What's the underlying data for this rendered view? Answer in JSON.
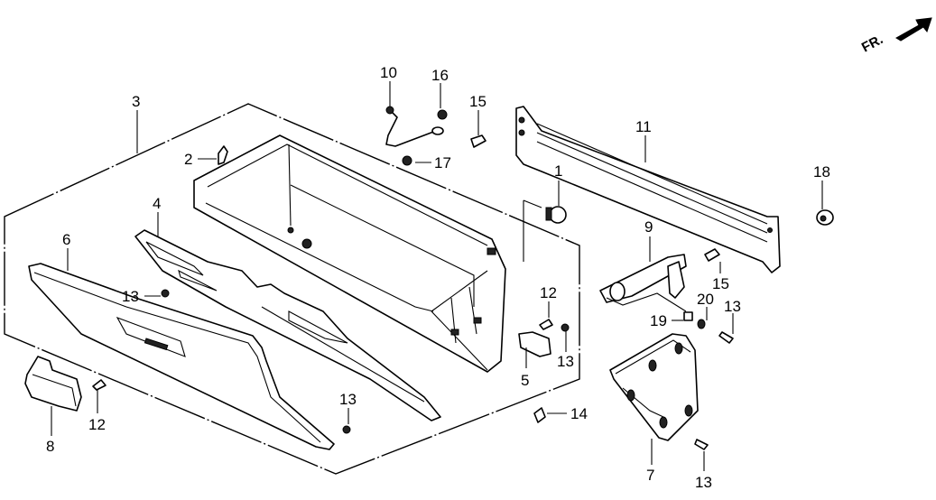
{
  "diagram": {
    "type": "exploded-parts-diagram",
    "subject": "Glove box assembly",
    "orientation_label": "FR.",
    "callouts": [
      {
        "id": "c1",
        "label": "1"
      },
      {
        "id": "c2",
        "label": "2"
      },
      {
        "id": "c3",
        "label": "3"
      },
      {
        "id": "c4",
        "label": "4"
      },
      {
        "id": "c5",
        "label": "5"
      },
      {
        "id": "c6",
        "label": "6"
      },
      {
        "id": "c7",
        "label": "7"
      },
      {
        "id": "c8",
        "label": "8"
      },
      {
        "id": "c9",
        "label": "9"
      },
      {
        "id": "c10",
        "label": "10"
      },
      {
        "id": "c11",
        "label": "11"
      },
      {
        "id": "c12a",
        "label": "12"
      },
      {
        "id": "c12b",
        "label": "12"
      },
      {
        "id": "c13a",
        "label": "13"
      },
      {
        "id": "c13b",
        "label": "13"
      },
      {
        "id": "c13c",
        "label": "13"
      },
      {
        "id": "c13d",
        "label": "13"
      },
      {
        "id": "c13e",
        "label": "13"
      },
      {
        "id": "c14",
        "label": "14"
      },
      {
        "id": "c15a",
        "label": "15"
      },
      {
        "id": "c15b",
        "label": "15"
      },
      {
        "id": "c16",
        "label": "16"
      },
      {
        "id": "c17",
        "label": "17"
      },
      {
        "id": "c18",
        "label": "18"
      },
      {
        "id": "c19",
        "label": "19"
      },
      {
        "id": "c20",
        "label": "20"
      }
    ]
  }
}
